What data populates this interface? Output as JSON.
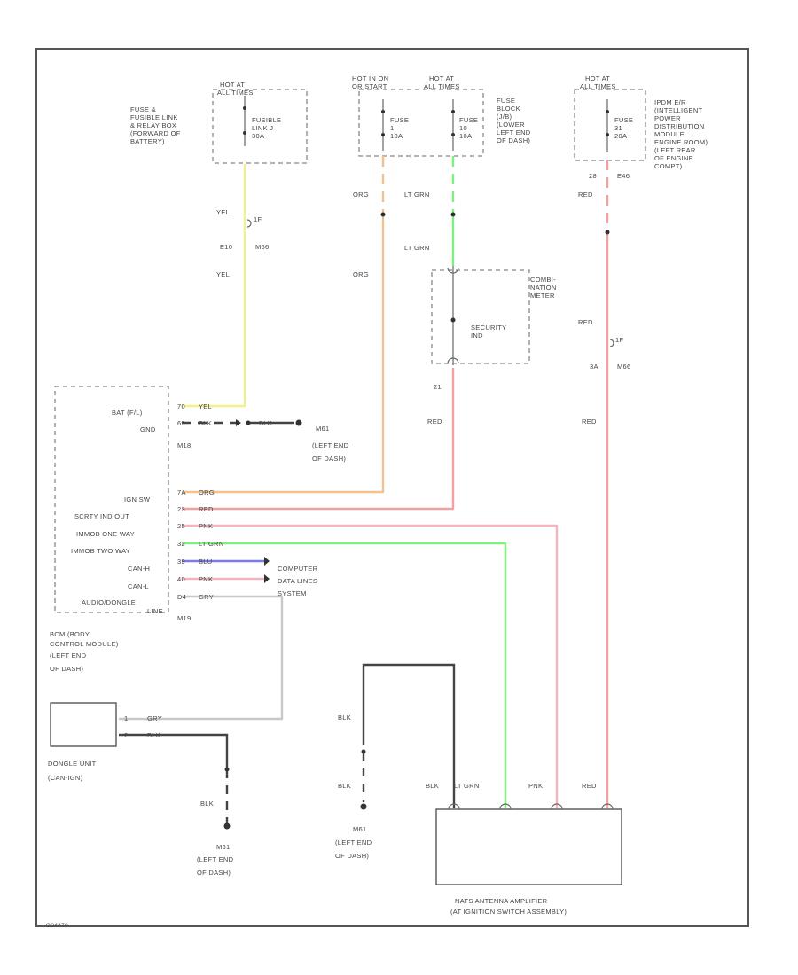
{
  "colors": {
    "yel": "#f2f08a",
    "org": "#f4c08e",
    "ltgrn": "#7ef07e",
    "red": "#f4a0a0",
    "pnk": "#f4b3be",
    "blu": "#7a7ae8",
    "gry": "#c8c8c8",
    "blk": "#444444"
  },
  "top": {
    "hot1": [
      "HOT AT",
      "ALL TIMES"
    ],
    "fusible_link_box": [
      "FUSE &",
      "FUSIBLE LINK",
      "& RELAY BOX",
      "(FORWARD OF",
      "BATTERY)"
    ],
    "fusible_link": [
      "FUSIBLE",
      "LINK J",
      "30A"
    ],
    "hot2": [
      "HOT IN ON",
      "OR START"
    ],
    "fuse1": [
      "FUSE",
      "1",
      "10A"
    ],
    "hot3": [
      "HOT AT",
      "ALL TIMES"
    ],
    "fuse2": [
      "FUSE",
      "10",
      "10A"
    ],
    "fuse_block": [
      "FUSE",
      "BLOCK",
      "(J/B)",
      "(LOWER",
      "LEFT END",
      "OF DASH)"
    ],
    "hot4": [
      "HOT AT",
      "ALL TIMES"
    ],
    "fuse3": [
      "FUSE",
      "31",
      "20A"
    ],
    "ipdm": [
      "IPDM E/R",
      "(INTELLIGENT",
      "POWER",
      "DISTRIBUTION",
      "MODULE",
      "ENGINE ROOM)",
      "(LEFT REAR",
      "OF ENGINE",
      "COMPT)"
    ]
  },
  "wires": {
    "yel_1": "YEL",
    "pin_1": "1F",
    "e_1": "E10",
    "m_1": "M66",
    "yel_2": "YEL",
    "org_1": "ORG",
    "org_2": "ORG",
    "ltgrn_1": "LT GRN",
    "ltgrn_2": "LT GRN",
    "pin_28": "28",
    "e_46": "E46",
    "red_1": "RED",
    "red_2": "RED",
    "pin_1f": "1F",
    "pin_3a": "3A",
    "m_66b": "M66",
    "red_3": "RED",
    "red_4": "RED"
  },
  "combination_meter": [
    "COMBI-",
    "NATION",
    "METER"
  ],
  "security_ind": [
    "SECURITY",
    "IND"
  ],
  "pin_21": "21",
  "bcm": {
    "pins": [
      {
        "name": "BAT (F/L)",
        "code": "70",
        "color": "YEL"
      },
      {
        "name": "GND",
        "code": "69",
        "color": "BLK"
      },
      {
        "name": "IGN SW",
        "code": "7A",
        "color": "ORG"
      },
      {
        "name": "SCRTY IND OUT",
        "code": "23",
        "color": "RED"
      },
      {
        "name": "IMMOB ONE WAY",
        "code": "25",
        "color": "PNK"
      },
      {
        "name": "IMMOB TWO WAY",
        "code": "32",
        "color": "LT GRN"
      },
      {
        "name": "CAN-H",
        "code": "39",
        "color": "BLU"
      },
      {
        "name": "CAN-L",
        "code": "40",
        "color": "PNK"
      },
      {
        "name": "AUDIO/DONGLE",
        "code": "D4",
        "color": "GRY"
      }
    ],
    "line": "LINE",
    "conn_a": "M18",
    "conn_b": "M19",
    "label": [
      "BCM (BODY",
      "CONTROL MODULE)",
      "(LEFT END",
      "OF DASH)"
    ]
  },
  "gnd_blk": "BLK",
  "ground_m61": [
    "M61",
    "(LEFT END",
    "OF DASH)"
  ],
  "computer_data": [
    "COMPUTER",
    "DATA LINES",
    "SYSTEM"
  ],
  "dongle": {
    "pin_a": "1",
    "pin_b": "2",
    "wire_a": "GRY",
    "wire_b": "BLK",
    "label": [
      "DONGLE UNIT",
      "(CAN-IGN)"
    ]
  },
  "dongle_gnd_blk": "BLK",
  "ground_m61_b": [
    "M61",
    "(LEFT END",
    "OF DASH)"
  ],
  "center_gnd": {
    "blk_1": "BLK",
    "blk_2": "BLK",
    "label": [
      "M61",
      "(LEFT END",
      "OF DASH)"
    ]
  },
  "natsamp": {
    "wires": [
      "BLK",
      "LT GRN",
      "PNK",
      "RED"
    ],
    "label": [
      "NATS ANTENNA AMPLIFIER",
      "(AT IGNITION SWITCH ASSEMBLY)"
    ]
  },
  "figure_id": "G04870"
}
